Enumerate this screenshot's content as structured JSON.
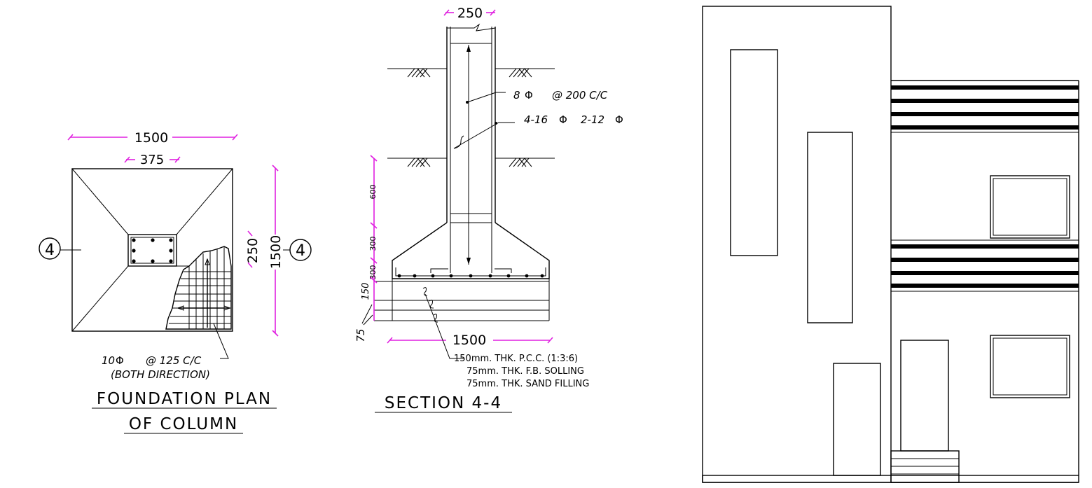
{
  "plan": {
    "dim_width": "1500",
    "dim_column": "375",
    "dim_column_depth": "250",
    "dim_height": "1500",
    "section_tag": "4",
    "rebar_note_bar": "10",
    "rebar_note_spacing": "@ 125 C/C",
    "rebar_note_dir": "(BOTH DIRECTION)",
    "title_line1": "FOUNDATION PLAN",
    "title_line2": "OF COLUMN"
  },
  "section": {
    "dim_column": "250",
    "tie_bar": "8",
    "tie_spacing": "@ 200 C/C",
    "main_bars_a": "4-16",
    "main_bars_b": "2-12",
    "dim_600": "600",
    "dim_300a": "300",
    "dim_300b": "300",
    "dim_150": "150",
    "dim_75": "75",
    "dim_width": "1500",
    "layer1": "150mm. THK. P.C.C. (1:3:6)",
    "layer2": "75mm. THK. F.B. SOLLING",
    "layer3": "75mm. THK. SAND FILLING",
    "title": "SECTION 4-4"
  },
  "colors": {
    "dimension": "#e020e0",
    "line": "#000000"
  }
}
